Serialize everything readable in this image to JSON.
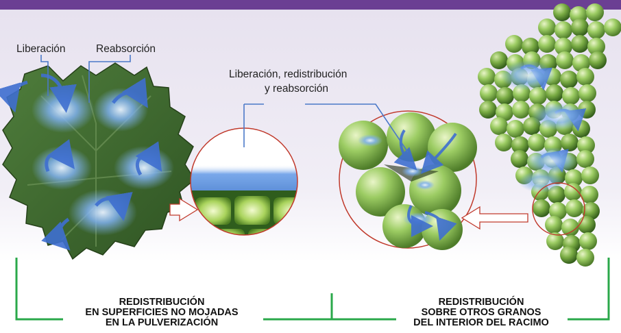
{
  "labels": {
    "liberacion": "Liberación",
    "reabsorcion": "Reabsorción",
    "middle_line1": "Liberación, redistribución",
    "middle_line2": "y reabsorción"
  },
  "captions": {
    "left": [
      "REDISTRIBUCIÓN",
      "EN SUPERFICIES NO MOJADAS",
      "EN LA PULVERIZACIÓN"
    ],
    "right": [
      "REDISTRIBUCIÓN",
      "SOBRE OTROS GRANOS",
      "DEL INTERIOR DEL RACIMO"
    ]
  },
  "colors": {
    "header_bar": "#6b3f93",
    "bracket": "#2aa84a",
    "leader_line": "#4a78c8",
    "outline_red": "#c0392b",
    "leaf_green": "#3d6b2e",
    "grape_green": "#8fc25a",
    "deposit_blue": "#6f9fe0"
  }
}
